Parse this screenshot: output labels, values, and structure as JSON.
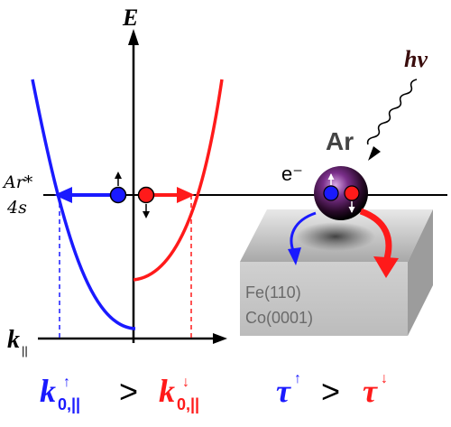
{
  "energy_axis_label": "E",
  "momentum_axis_label": "k",
  "momentum_axis_subscript": "||",
  "level_label_line1": "Ar*",
  "level_label_line2": "4s",
  "photon_label": "hν",
  "atom_label": "Ar",
  "electron_label": "e⁻",
  "surface_label_1": "Fe(110)",
  "surface_label_2": "Co(0001)",
  "relation": {
    "left_k_up": "k",
    "left_k_up_sub": "0,||",
    "left_k_up_sup": "↑",
    "gt_sign_1": ">",
    "right_k_down": "k",
    "right_k_down_sub": "0,||",
    "right_k_down_sup": "↓",
    "tau_up": "τ",
    "tau_up_sup": "↑",
    "gt_sign_2": ">",
    "tau_down": "τ",
    "tau_down_sup": "↓"
  },
  "colors": {
    "spin_up": "#1a1aff",
    "spin_down": "#ff1a1a",
    "atom_core": "#3a0d3a",
    "surface_top": "#bdbdbd",
    "surface_front": "#c8c8c8",
    "surface_side": "#9a9a9a"
  }
}
